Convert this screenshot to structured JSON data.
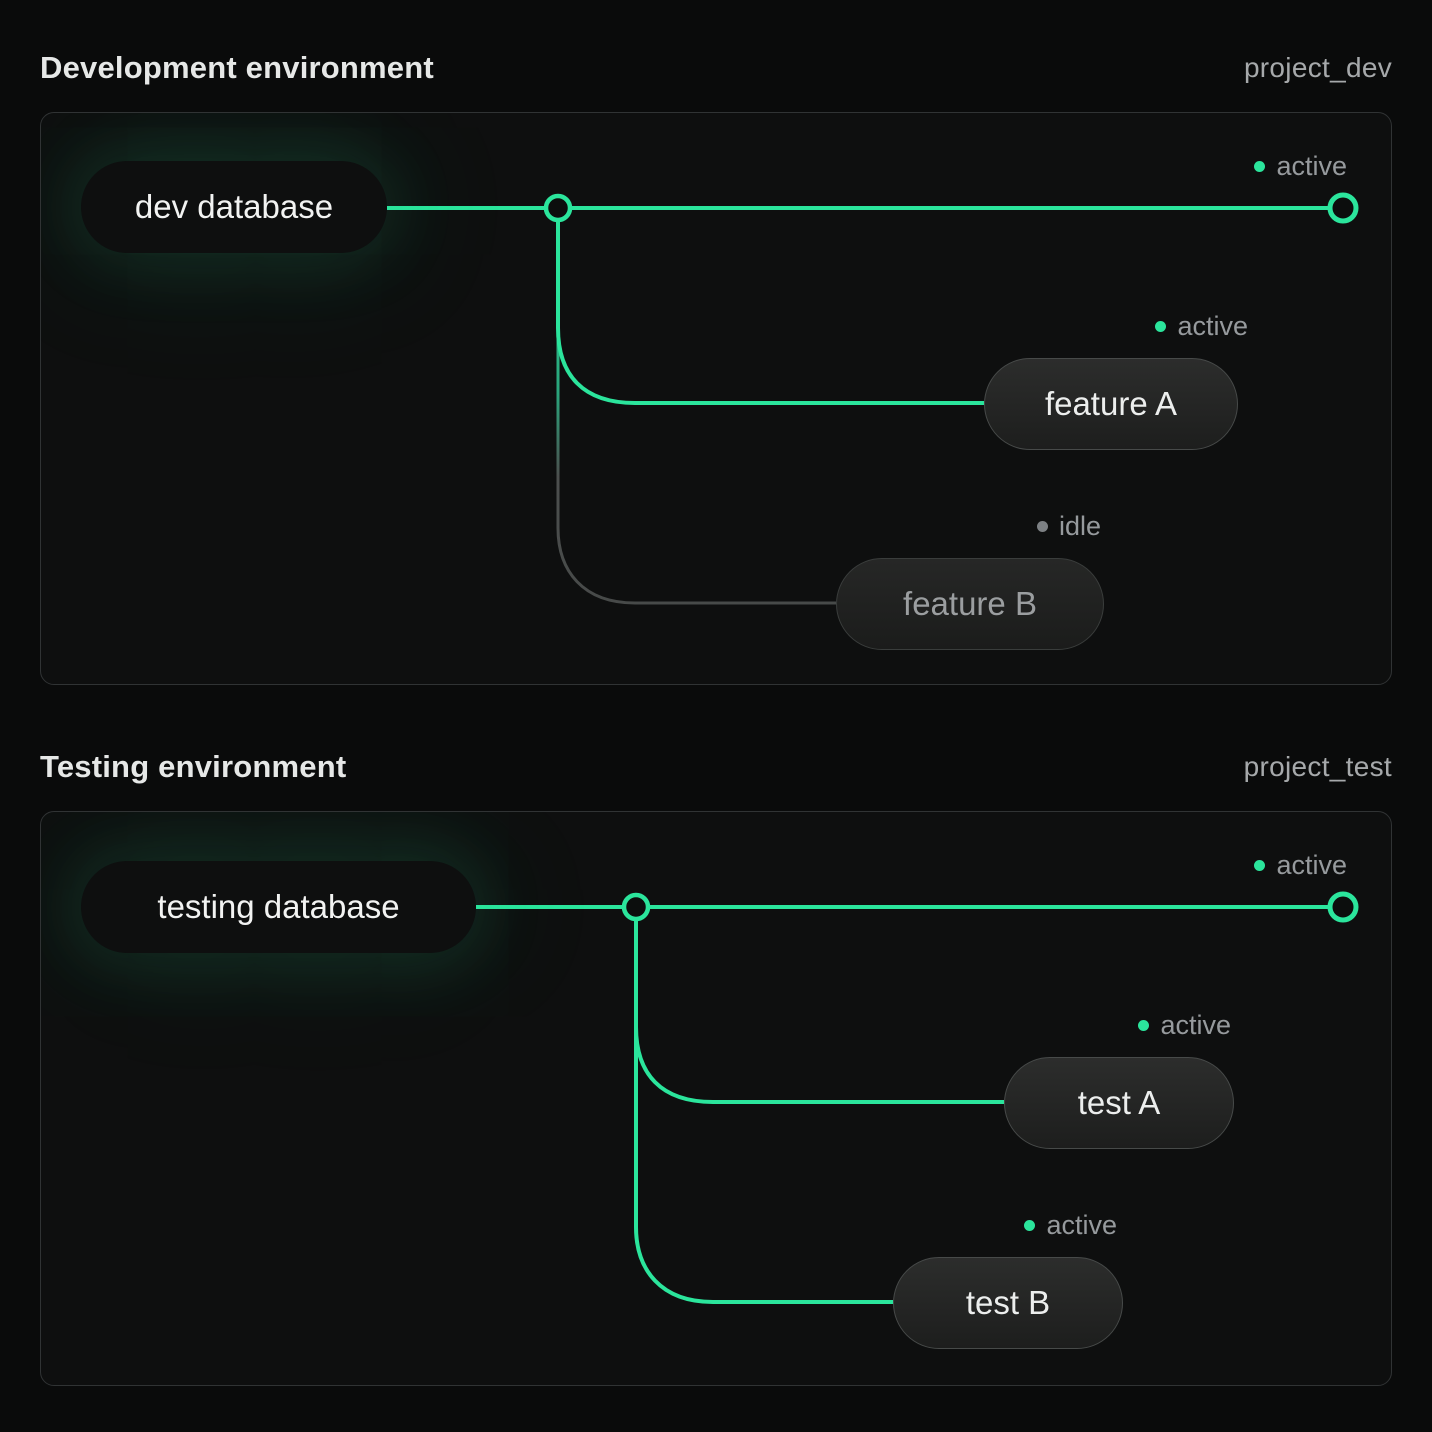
{
  "colors": {
    "accent_green": "#2be59c",
    "idle_gray": "#7d8184",
    "inactive_line": "#4b4e4d",
    "panel_border": "#303334",
    "background": "#0a0b0b"
  },
  "dev": {
    "title": "Development environment",
    "project": "project_dev",
    "db": {
      "label": "dev database"
    },
    "trunk_status": {
      "label": "active",
      "state": "active"
    },
    "branch_a": {
      "label": "feature A",
      "status": {
        "label": "active",
        "state": "active"
      }
    },
    "branch_b": {
      "label": "feature B",
      "status": {
        "label": "idle",
        "state": "idle"
      }
    }
  },
  "test": {
    "title": "Testing environment",
    "project": "project_test",
    "db": {
      "label": "testing database"
    },
    "trunk_status": {
      "label": "active",
      "state": "active"
    },
    "branch_a": {
      "label": "test A",
      "status": {
        "label": "active",
        "state": "active"
      }
    },
    "branch_b": {
      "label": "test B",
      "status": {
        "label": "active",
        "state": "active"
      }
    }
  }
}
